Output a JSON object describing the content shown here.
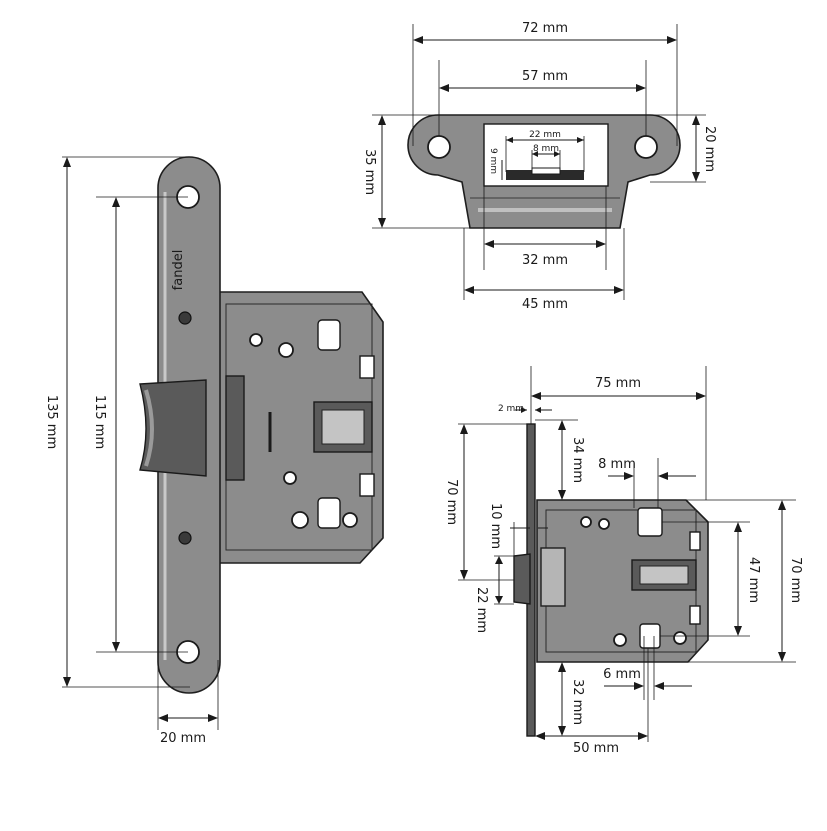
{
  "brand": "fandel",
  "dimensions": {
    "strike_width_total": "72 mm",
    "strike_hole_spacing": "57 mm",
    "strike_height": "35 mm",
    "strike_ear_height": "20 mm",
    "strike_window_width": "22 mm",
    "strike_window_inner": "8 mm",
    "strike_window_depth": "9 mm",
    "strike_lip_inner": "32 mm",
    "strike_lip_outer": "45 mm",
    "faceplate_length": "135 mm",
    "faceplate_hole_spacing": "115 mm",
    "faceplate_width": "20 mm",
    "body_total_depth": "75 mm",
    "faceplate_thickness": "2 mm",
    "latch_to_top": "34 mm",
    "body_upper_height": "70 mm",
    "latch_projection": "10 mm",
    "latch_height": "22 mm",
    "spindle_offset": "8 mm",
    "spindle_to_cylinder": "47 mm",
    "body_height": "70 mm",
    "cylinder_offset": "6 mm",
    "backset_bottom": "32 mm",
    "backset": "50 mm"
  }
}
